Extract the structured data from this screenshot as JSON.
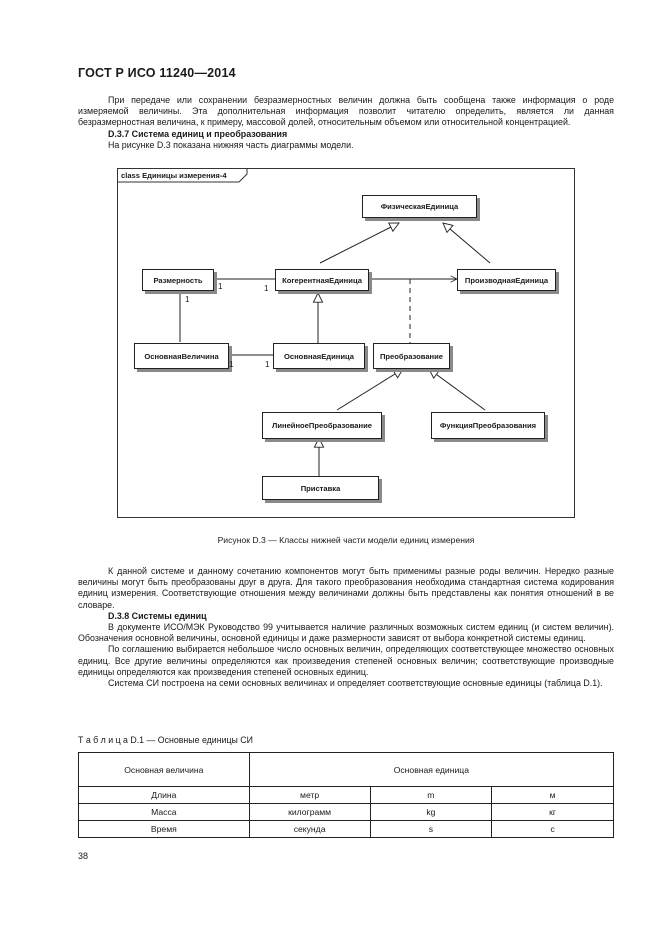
{
  "header": "ГОСТ Р ИСО 11240—2014",
  "intro_paragraphs": [
    "При передаче или сохранении безразмерностных величин должна быть сообщена также информация о роде измеряемой величины. Эта дополнительная информация позволит читателю определить, является ли данная безразмерностная величина, к примеру, массовой долей, относительным объемом или относительной концентрацией."
  ],
  "section_d37": {
    "title": "D.3.7  Система единиц и преобразования",
    "text": "На рисунке D.3 показана нижняя часть диаграммы модели."
  },
  "diagram": {
    "frame_label": "class Единицы измерения-4",
    "boxes": {
      "fiz": "ФизическаяЕдиница",
      "razm": "Размерность",
      "kog": "КогерентнаяЕдиница",
      "proizv": "ПроизводнаяЕдиница",
      "osnvel": "ОсновнаяВеличина",
      "osned": "ОсновнаяЕдиница",
      "preobr": "Преобразование",
      "lin": "ЛинейноеПреобразование",
      "func": "ФункцияПреобразования",
      "prist": "Приставка"
    },
    "multiplicity": "1"
  },
  "figure_caption": "Рисунок D.3 — Классы нижней части модели единиц измерения",
  "after_paragraphs": [
    "К данной системе и данному сочетанию компонентов могут быть применимы разные роды величин. Нередко разные величины могут быть преобразованы друг в друга. Для такого преобразования необходима стандартная система кодирования единиц измерения. Соответствующие отношения между величинами должны быть представлены как понятия отношений в ве словаре."
  ],
  "section_d38": {
    "title": "D.3.8  Системы единиц",
    "paragraphs": [
      "В документе ИСО/МЭК Руководство 99 учитывается наличие различных возможных систем единиц (и систем величин). Обозначения основной величины, основной единицы и даже размерности зависят от выбора конкретной системы единиц.",
      "По соглашению выбирается небольшое число основных величин, определяющих соответствующее множество основных единиц. Все другие величины определяются как произведения степеней основных величин; соответствующие производные единицы определяются как произведения степеней основных единиц.",
      "Система СИ построена на семи основных величинах и определяет соответствующие основные единицы (таблица D.1)."
    ]
  },
  "table": {
    "title": "Т а б л и ц а  D.1 — Основные единицы СИ",
    "headers": [
      "Основная величина",
      "Основная единица"
    ],
    "rows": [
      [
        "Длина",
        "метр",
        "m",
        "м"
      ],
      [
        "Масса",
        "килограмм",
        "kg",
        "кг"
      ],
      [
        "Время",
        "секунда",
        "s",
        "с"
      ]
    ]
  },
  "page_number": "38"
}
